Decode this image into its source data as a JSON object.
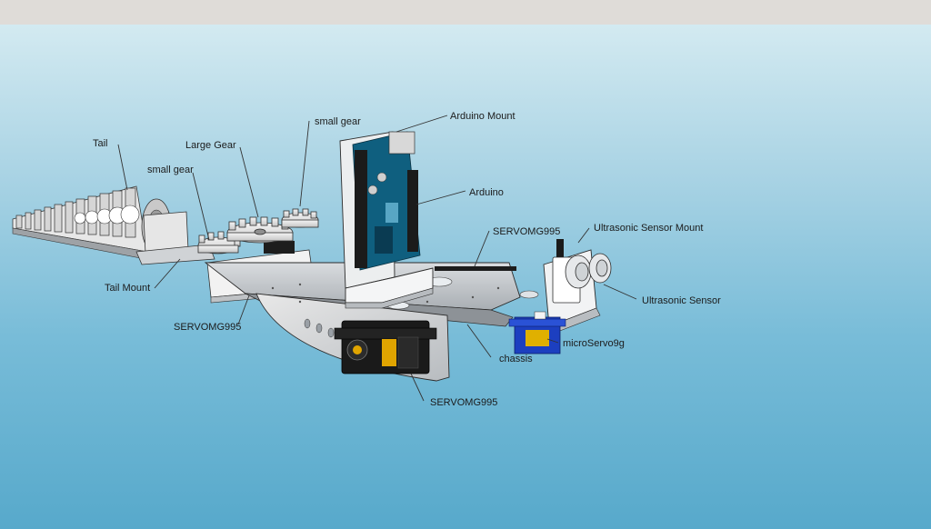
{
  "labels": {
    "tail": "Tail",
    "small_gear_left": "small gear",
    "large_gear": "Large Gear",
    "small_gear_top": "small gear",
    "arduino_mount": "Arduino Mount",
    "arduino": "Arduino",
    "servo_top": "SERVOMG995",
    "ultrasonic_mount": "Ultrasonic Sensor Mount",
    "ultrasonic_sensor": "Ultrasonic Sensor",
    "tail_mount": "Tail Mount",
    "servo_left": "SERVOMG995",
    "micro_servo": "microServo9g",
    "chassis": "chassis",
    "servo_bottom": "SERVOMG995"
  },
  "colors": {
    "sky_top": "#d3eaf1",
    "sky_bottom": "#57a9cb",
    "chassis": "#c9ccd0",
    "servo_body": "#1a1a1a",
    "servo_accent": "#e0a400",
    "arduino_board": "#0f5f7f",
    "micro_servo": "#1c3fc0"
  }
}
